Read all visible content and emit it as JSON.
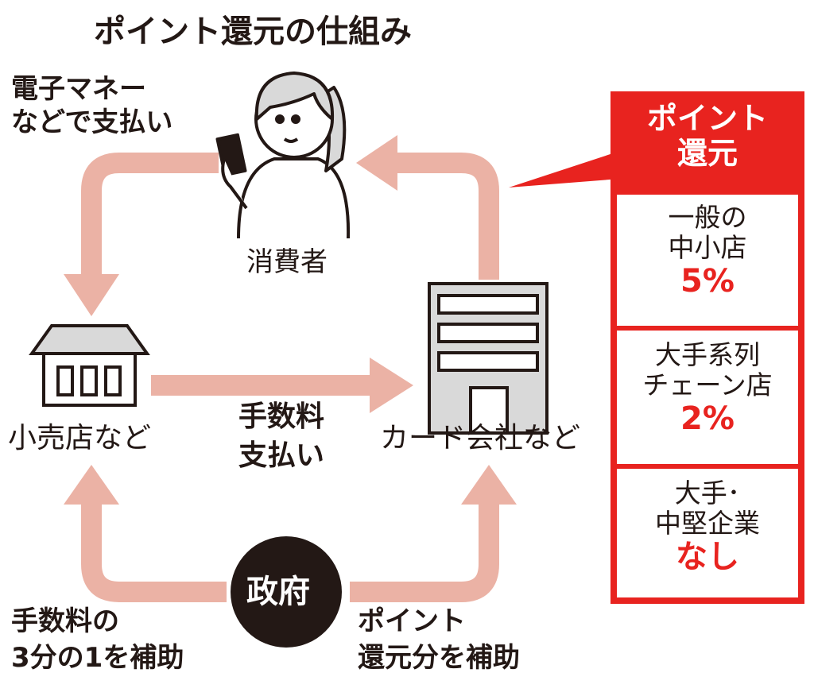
{
  "title": "ポイント還元の仕組み",
  "labels": {
    "pay_line1": "電子マネー",
    "pay_line2": "などで支払い",
    "consumer": "消費者",
    "retailer": "小売店など",
    "card_company": "カード会社など",
    "fee_line1": "手数料",
    "fee_line2": "支払い",
    "government": "政府",
    "fee_subsidy_line1": "手数料の",
    "fee_subsidy_line2": "3分の1を補助",
    "point_subsidy_line1": "ポイント",
    "point_subsidy_line2": "還元分を補助"
  },
  "panel": {
    "header_line1": "ポイント",
    "header_line2": "還元",
    "rows": [
      {
        "line1": "一般の",
        "line2": "中小店",
        "rate": "5%"
      },
      {
        "line1": "大手系列",
        "line2": "チェーン店",
        "rate": "2%"
      },
      {
        "line1": "大手･",
        "line2": "中堅企業",
        "rate": "なし"
      }
    ]
  },
  "colors": {
    "accent": "#e8231f",
    "arrow": "#ebb2a5",
    "ink": "#231815",
    "gray": "#d9d9d9"
  }
}
